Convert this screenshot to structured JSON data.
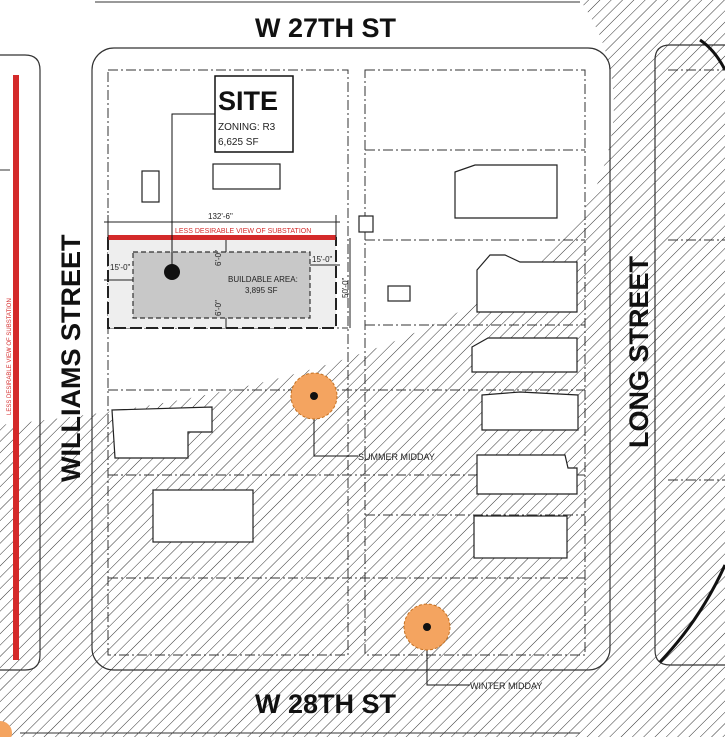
{
  "streets": {
    "north": "W 27TH ST",
    "south": "W 28TH ST",
    "west": "WILLIAMS STREET",
    "east": "LONG STREET"
  },
  "site": {
    "title": "SITE",
    "zoning": "ZONING: R3",
    "area": "6,625 SF"
  },
  "buildable": {
    "label": "BUILDABLE AREA:",
    "area": "3,895 SF"
  },
  "dimensions": {
    "width": "132'-6\"",
    "depth": "50'-0\"",
    "setback_left": "15'-0\"",
    "setback_right": "15'-0\"",
    "setback_top": "6'-0\"",
    "setback_bottom": "6'-0\""
  },
  "annotations": {
    "substation_top": "LESS DESIRABLE VIEW OF SUBSTATION",
    "substation_left": "LESS DESIRABLE VIEW OF SUBSTATION",
    "summer": "SUMMER MIDDAY",
    "winter": "WINTER MIDDAY"
  },
  "colors": {
    "substation": "#d42a2a",
    "sun": "#f4a460",
    "buildable": "#c8c8c8"
  }
}
